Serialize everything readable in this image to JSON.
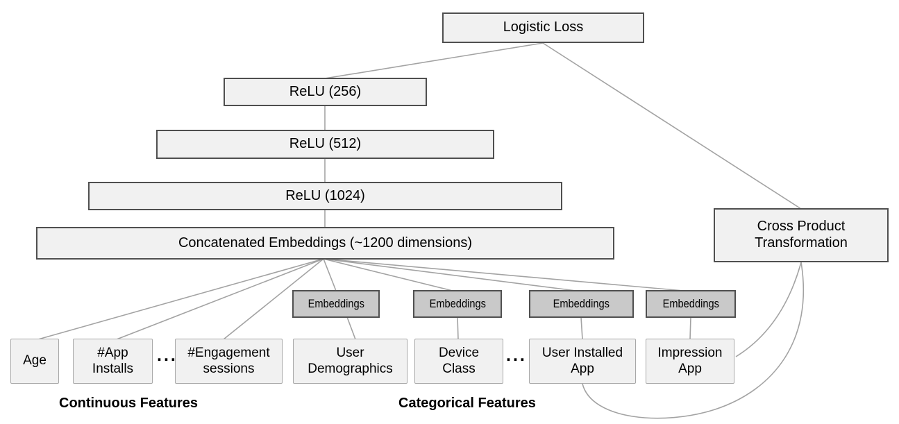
{
  "figure": "wide-and-deep-model-architecture",
  "colors": {
    "box_fill": "#f1f1f1",
    "emb_fill": "#c9c9c9",
    "border_dark": "#4f4f4f",
    "border_light": "#a8a8a8",
    "wire_color": "#a3a3a3",
    "text_color": "#000000"
  },
  "nodes": {
    "logistic_loss": "Logistic Loss",
    "relu_256": "ReLU (256)",
    "relu_512": "ReLU (512)",
    "relu_1024": "ReLU (1024)",
    "concatenated": "Concatenated Embeddings (~1200 dimensions)",
    "cross_product": "Cross Product\nTransformation",
    "embeddings": [
      "Embeddings",
      "Embeddings",
      "Embeddings",
      "Embeddings"
    ],
    "age": "Age",
    "app_installs": "#App\nInstalls",
    "engagement_sessions": "#Engagement\nsessions",
    "user_demographics": "User\nDemographics",
    "device_class": "Device\nClass",
    "user_installed_app": "User Installed\nApp",
    "impression_app": "Impression\nApp"
  },
  "ellipsis": {
    "continuous": "...",
    "categorical": "..."
  },
  "group_labels": {
    "continuous": "Continuous Features",
    "categorical": "Categorical Features"
  }
}
